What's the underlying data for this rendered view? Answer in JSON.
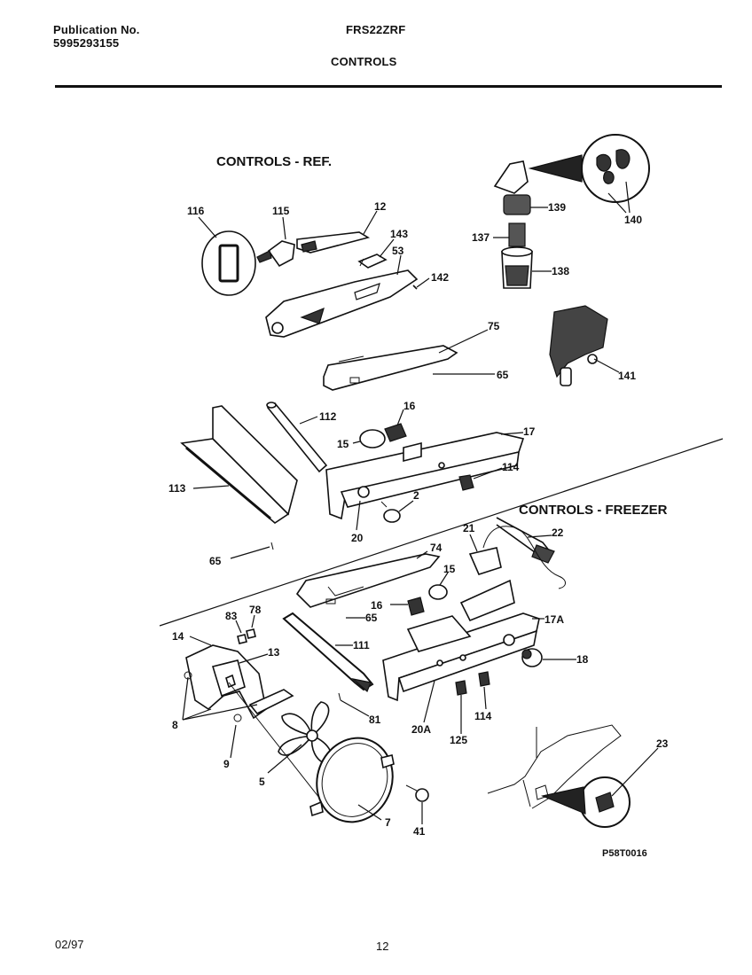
{
  "header": {
    "publication_label": "Publication No.",
    "publication_number": "5995293155",
    "model": "FRS22ZRF",
    "section": "CONTROLS"
  },
  "sections": {
    "ref_title": "CONTROLS - REF.",
    "freezer_title": "CONTROLS - FREEZER"
  },
  "callouts": {
    "c116": "116",
    "c115": "115",
    "c12": "12",
    "c143": "143",
    "c53": "53",
    "c142": "142",
    "c139": "139",
    "c140": "140",
    "c137": "137",
    "c138": "138",
    "c141": "141",
    "c75": "75",
    "c65a": "65",
    "c112": "112",
    "c16a": "16",
    "c15a": "15",
    "c17": "17",
    "c114a": "114",
    "c113": "113",
    "c2": "2",
    "c20": "20",
    "c65b": "65",
    "c21": "21",
    "c22": "22",
    "c74": "74",
    "c15b": "15",
    "c16b": "16",
    "c65c": "65",
    "c83": "83",
    "c78": "78",
    "c14": "14",
    "c13": "13",
    "c111": "111",
    "c17a": "17A",
    "c18": "18",
    "c8": "8",
    "c81": "81",
    "c20a": "20A",
    "c125": "125",
    "c114b": "114",
    "c9": "9",
    "c5": "5",
    "c7": "7",
    "c41": "41",
    "c23": "23"
  },
  "drawing_code": "P58T0016",
  "footer": {
    "date": "02/97",
    "page": "12"
  }
}
